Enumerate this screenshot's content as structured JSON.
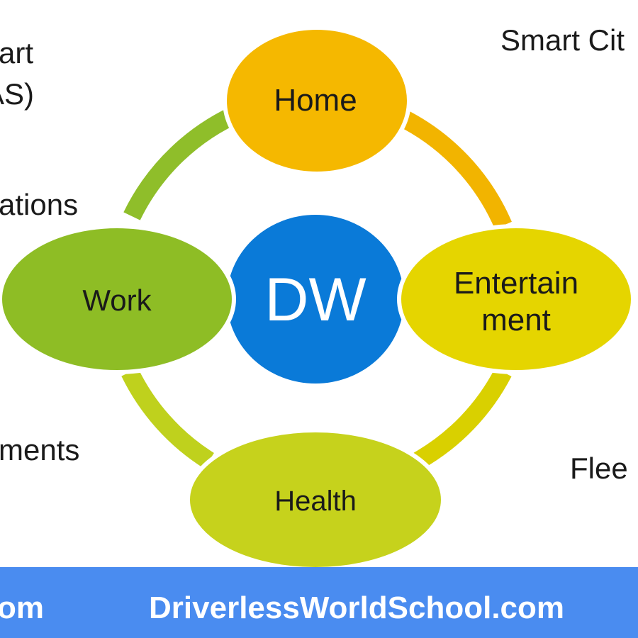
{
  "center": {
    "label": "DW",
    "color": "#0a7ad8"
  },
  "nodes": {
    "home": {
      "label": "Home",
      "color": "#f5b800"
    },
    "entertainment": {
      "label_line1": "Entertain",
      "label_line2": "ment",
      "color": "#e5d500"
    },
    "health": {
      "label": "Health",
      "color": "#c6d21c"
    },
    "work": {
      "label": "Work",
      "color": "#8ebd25"
    }
  },
  "ring_colors": {
    "home_entertainment": "#f2b400",
    "entertainment_health": "#d9d000",
    "health_work": "#bfd11d",
    "work_home": "#8fbe2a"
  },
  "side_labels": {
    "top_left_1": "art",
    "top_left_2": "AS)",
    "left_upper": "ations",
    "left_lower": "ments",
    "top_right": "Smart Cit",
    "right_lower": "Flee"
  },
  "footer": {
    "left": "om",
    "main": "DriverlessWorldSchool.com",
    "color": "#4a8cf0"
  }
}
